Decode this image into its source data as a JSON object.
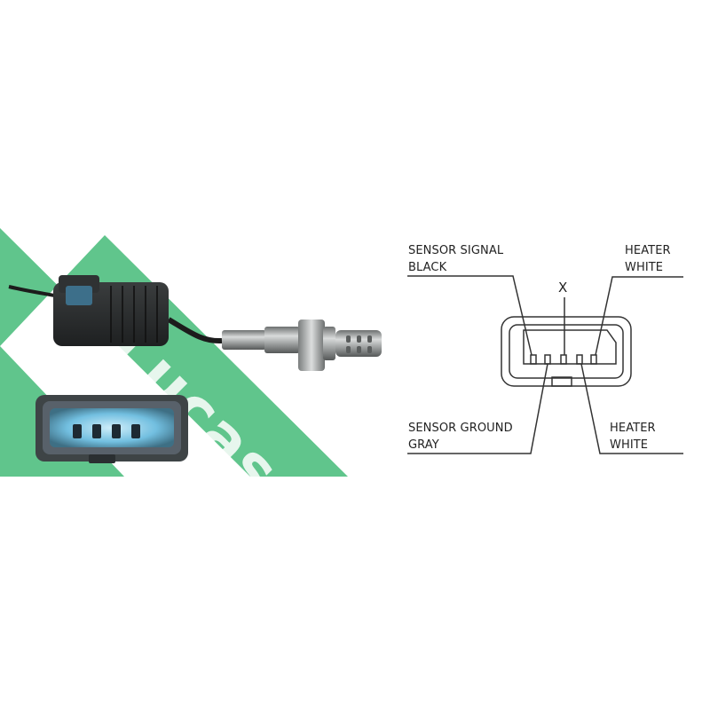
{
  "product_photo": {
    "brand_watermark": "Lucas",
    "colors": {
      "watermark_band": "#4fbf7f",
      "watermark_text": "#ffffff",
      "connector_body": "#2b2e2f",
      "sensor_metal": "#a8aaaa",
      "connector_face": "#53595c",
      "terminal_glow": "#7fc6e3"
    }
  },
  "wiring_diagram": {
    "labels": {
      "sensor_signal": {
        "line1": "SENSOR SIGNAL",
        "line2": "BLACK"
      },
      "heater_top": {
        "line1": "HEATER",
        "line2": "WHITE"
      },
      "center_pin": {
        "line1": "X"
      },
      "sensor_ground": {
        "line1": "SENSOR GROUND",
        "line2": "GRAY"
      },
      "heater_bottom": {
        "line1": "HEATER",
        "line2": "WHITE"
      }
    },
    "colors": {
      "line": "#333333",
      "text": "#222222"
    }
  }
}
